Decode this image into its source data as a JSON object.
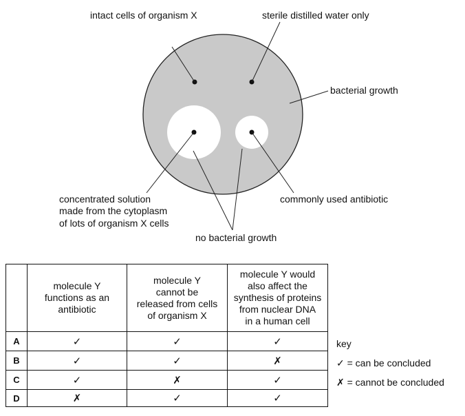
{
  "diagram": {
    "label_intact": "intact cells of organism X",
    "label_water": "sterile distilled water only",
    "label_growth": "bacterial growth",
    "label_concentrated": [
      "concentrated solution",
      "made from the cytoplasm",
      "of lots of organism X cells"
    ],
    "label_antibiotic": "commonly used antibiotic",
    "label_no_growth": "no bacterial growth"
  },
  "table": {
    "headers": [
      [
        "molecule Y",
        "functions as an",
        "antibiotic"
      ],
      [
        "molecule Y",
        "cannot be",
        "released from cells",
        "of organism X"
      ],
      [
        "molecule Y would",
        "also affect the",
        "synthesis of proteins",
        "from nuclear DNA",
        "in a human cell"
      ]
    ],
    "rows": [
      {
        "letter": "A",
        "cells": [
          "✓",
          "✓",
          "✓"
        ]
      },
      {
        "letter": "B",
        "cells": [
          "✓",
          "✓",
          "✗"
        ]
      },
      {
        "letter": "C",
        "cells": [
          "✓",
          "✗",
          "✓"
        ]
      },
      {
        "letter": "D",
        "cells": [
          "✗",
          "✓",
          "✓"
        ]
      }
    ]
  },
  "key": {
    "title": "key",
    "tick": "✓ = can be concluded",
    "cross": "✗ = cannot be concluded"
  }
}
